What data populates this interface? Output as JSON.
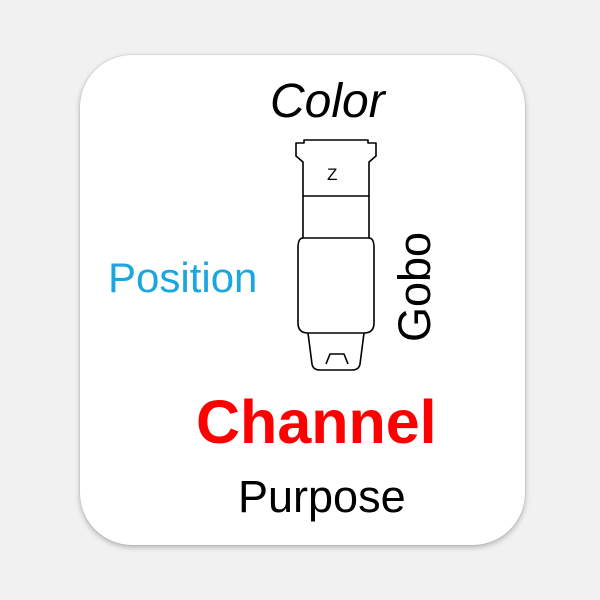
{
  "labels": {
    "top": "Color",
    "left": "Position",
    "right": "Gobo",
    "title": "Channel",
    "subtitle": "Purpose"
  },
  "fader": {
    "cap_mark": "Z",
    "icon": "fader-knob-icon"
  },
  "colors": {
    "position": "#1aa7df",
    "channel": "#ff0000",
    "text": "#000000",
    "sticker": "#ffffff"
  }
}
